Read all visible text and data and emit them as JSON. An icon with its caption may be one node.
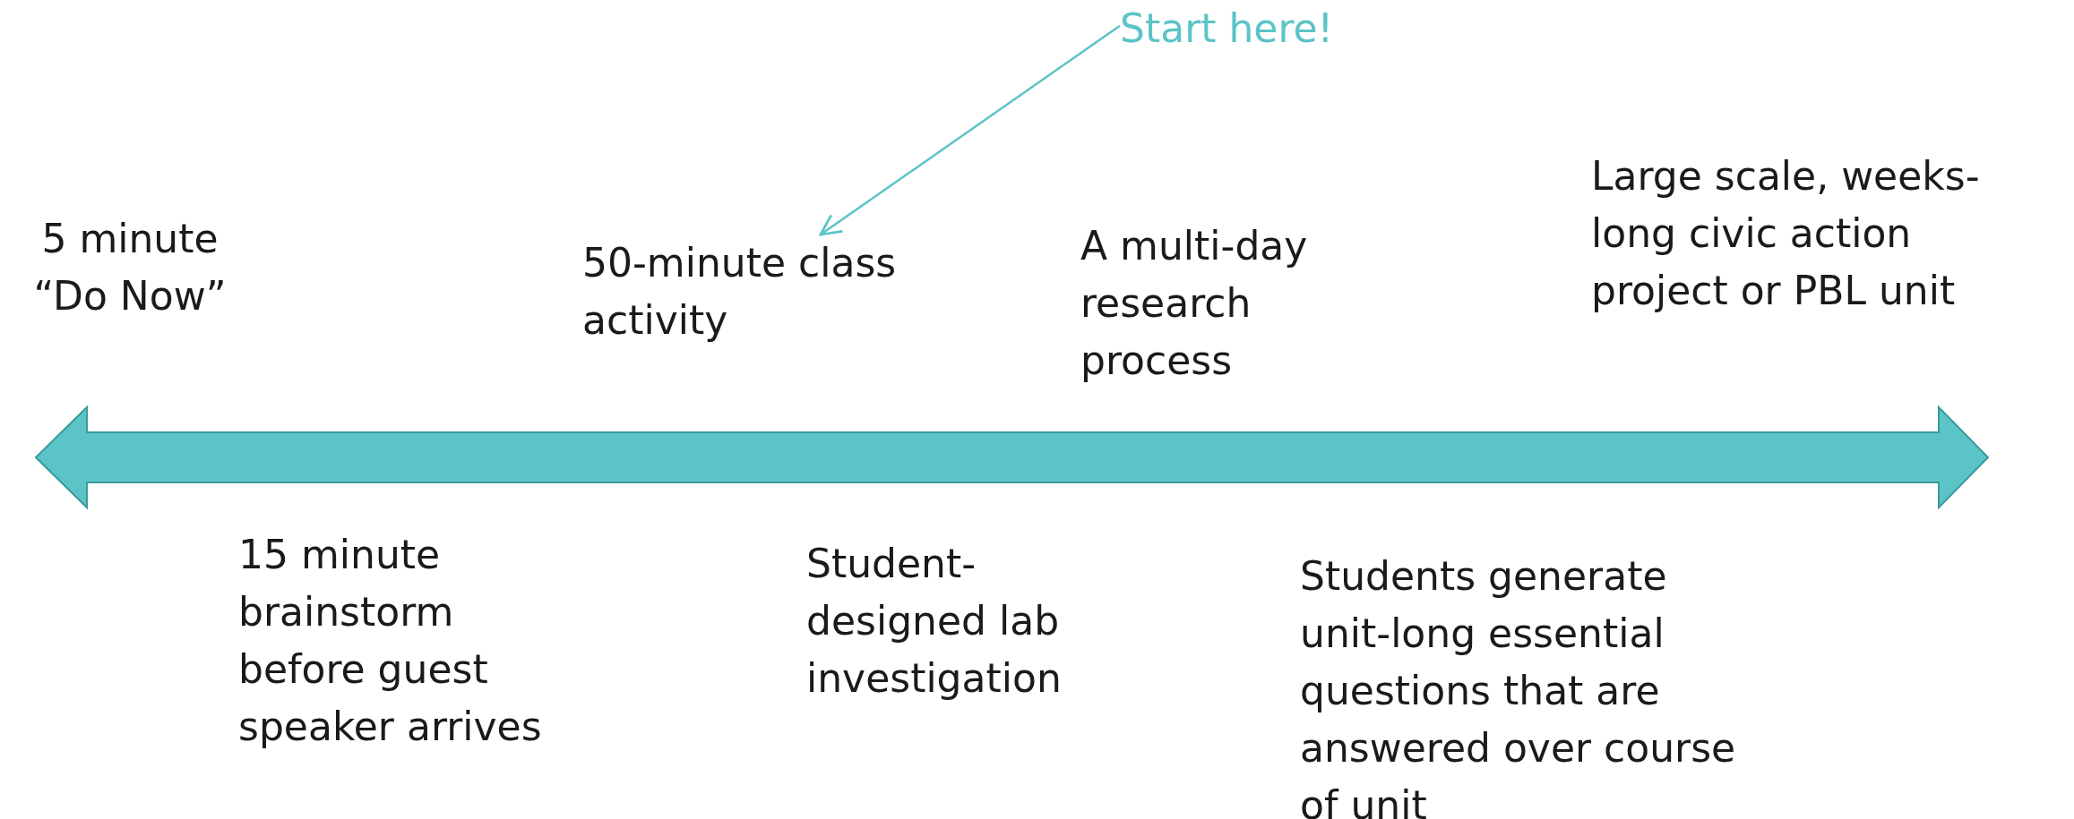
{
  "diagram": {
    "nodes": [
      {
        "text": [
          "Start here!"
        ]
      },
      {
        "text": [
          "50-minute class activity"
        ]
      }
    ],
    "edges": [
      {
        "from": 0,
        "to": 1,
        "arrow": "to",
        "color": "#5bc4c6"
      }
    ],
    "labels": [
      "Large scale, weeks-long civic action project or PBL unit",
      "5 minute “Do Now”",
      "A multi-day research process",
      "15 minute brainstorm before guest speaker arrives",
      "Student-designed lab investigation",
      "Students generate unit-long essential questions that are answered over course of unit"
    ]
  }
}
